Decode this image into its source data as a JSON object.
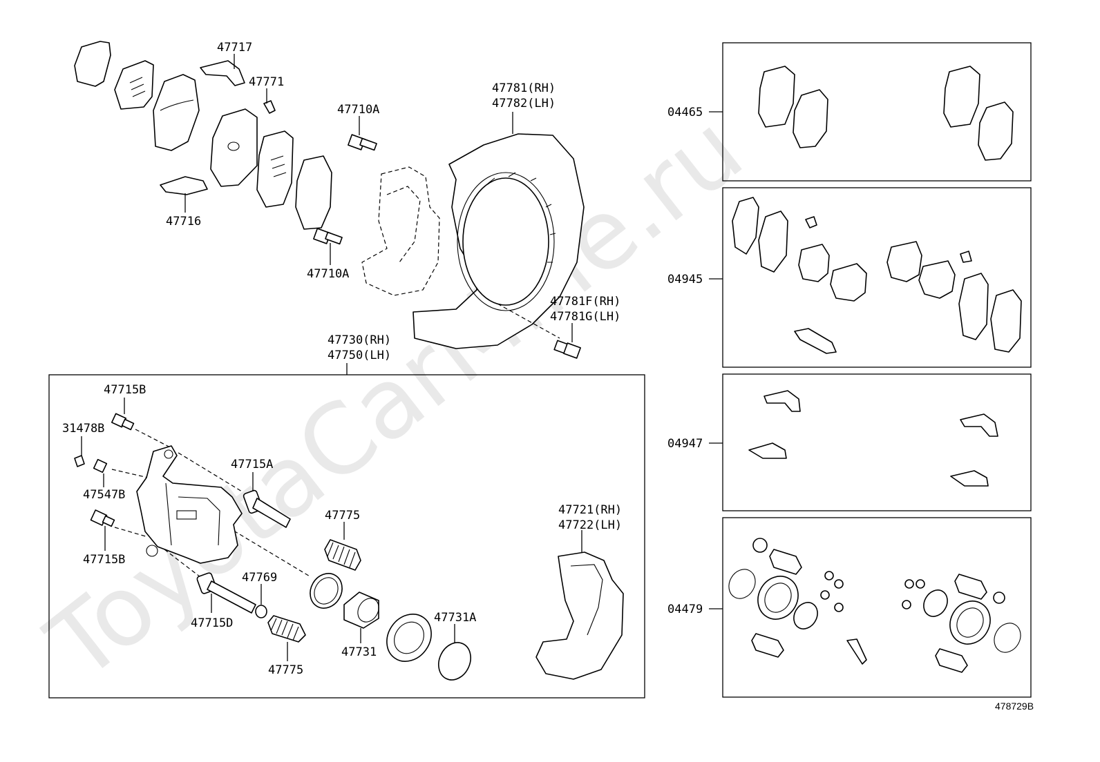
{
  "watermark": "ToyotaCarMine.ru",
  "figure_code": "478729B",
  "labels": {
    "p47717": "47717",
    "p47771": "47771",
    "p47716": "47716",
    "p47710a_top": "47710A",
    "p47710a_bot": "47710A",
    "p47781": "47781(RH)",
    "p47782": "47782(LH)",
    "p47781f": "47781F(RH)",
    "p47781g": "47781G(LH)",
    "p47730": "47730(RH)",
    "p47750": "47750(LH)",
    "p47715b_top": "47715B",
    "p31478b": "31478B",
    "p47547b": "47547B",
    "p47715b_bot": "47715B",
    "p47715a": "47715A",
    "p47775_top": "47775",
    "p47769": "47769",
    "p47715d": "47715D",
    "p47775_bot": "47775",
    "p47731": "47731",
    "p47731a": "47731A",
    "p47721": "47721(RH)",
    "p47722": "47722(LH)"
  },
  "kits": [
    {
      "code": "04465"
    },
    {
      "code": "04945"
    },
    {
      "code": "04947"
    },
    {
      "code": "04479"
    }
  ]
}
